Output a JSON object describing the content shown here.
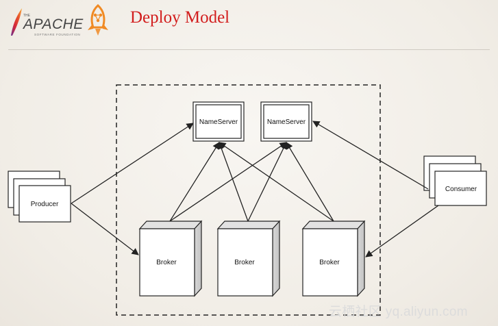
{
  "header": {
    "logo_small_text": "THE",
    "logo_main_text": "APACHE",
    "logo_sub_text": "SOFTWARE FOUNDATION",
    "title": "Deploy Model"
  },
  "diagram": {
    "name_servers": [
      {
        "label": "NameServer"
      },
      {
        "label": "NameServer"
      }
    ],
    "producer": {
      "label": "Producer"
    },
    "consumer": {
      "label": "Consumer"
    },
    "brokers": [
      {
        "label": "Broker"
      },
      {
        "label": "Broker"
      },
      {
        "label": "Broker"
      }
    ]
  },
  "watermark": "云栖社区 yq.aliyun.com",
  "colors": {
    "title": "#d21d1d",
    "feather_red": "#d4273a",
    "feather_orange": "#f29b2b",
    "rocket_orange": "#f08a24",
    "line": "#222222"
  }
}
